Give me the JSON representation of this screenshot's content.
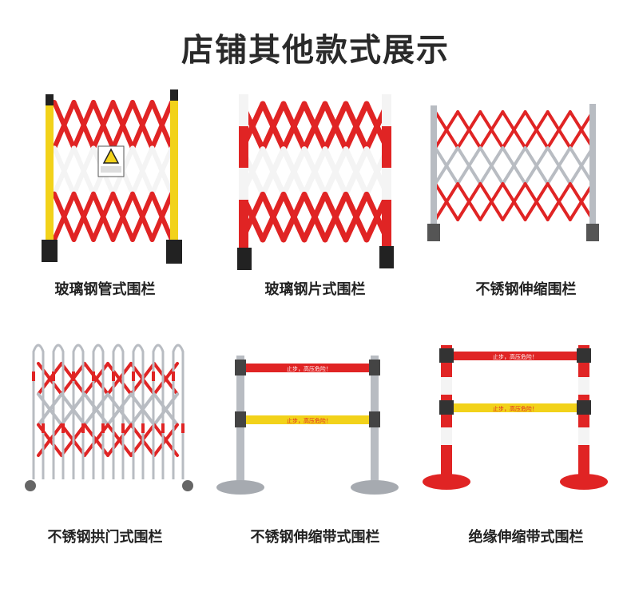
{
  "page": {
    "title": "店铺其他款式展示"
  },
  "products": [
    {
      "caption": "玻璃钢管式围栏",
      "icon": "fiberglass-tube-fence"
    },
    {
      "caption": "玻璃钢片式围栏",
      "icon": "fiberglass-sheet-fence"
    },
    {
      "caption": "不锈钢伸缩围栏",
      "icon": "stainless-expandable-fence"
    },
    {
      "caption": "不锈钢拱门式围栏",
      "icon": "stainless-arch-fence"
    },
    {
      "caption": "不锈钢伸缩带式围栏",
      "icon": "stainless-belt-barrier"
    },
    {
      "caption": "绝缘伸缩带式围栏",
      "icon": "insulated-belt-barrier"
    }
  ],
  "belt_text": "止步，高压危险！",
  "colors": {
    "red": "#e02424",
    "white": "#f4f4f4",
    "yellow": "#f2d21a",
    "steel": "#b8bcc2",
    "dark": "#222222"
  }
}
